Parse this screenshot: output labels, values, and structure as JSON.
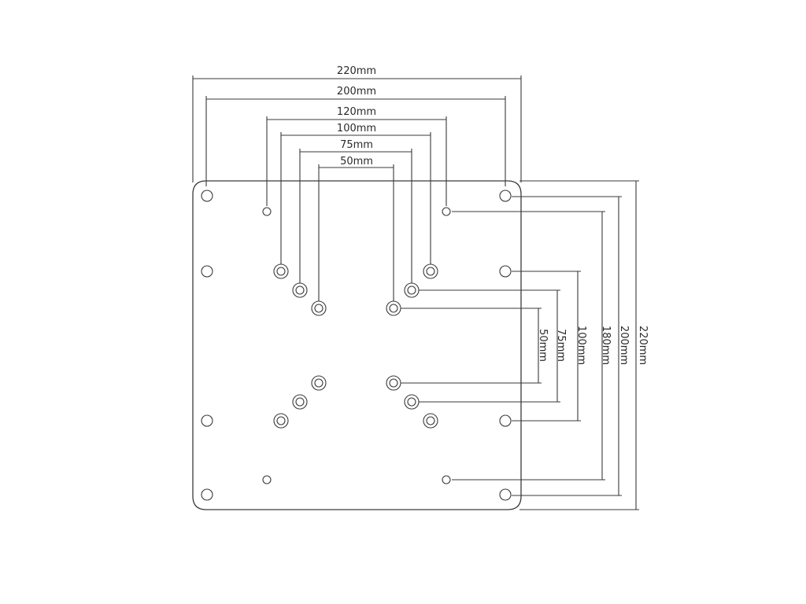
{
  "colors": {
    "stroke": "#3a3a3a",
    "text": "#2a2a2a",
    "background": "#ffffff"
  },
  "horizontal_dimensions": {
    "d220": "220mm",
    "d200": "200mm",
    "d120": "120mm",
    "d100": "100mm",
    "d75": "75mm",
    "d50": "50mm"
  },
  "vertical_dimensions": {
    "d220": "220mm",
    "d200": "200mm",
    "d180": "180mm",
    "d100": "100mm",
    "d75": "75mm",
    "d50": "50mm"
  }
}
